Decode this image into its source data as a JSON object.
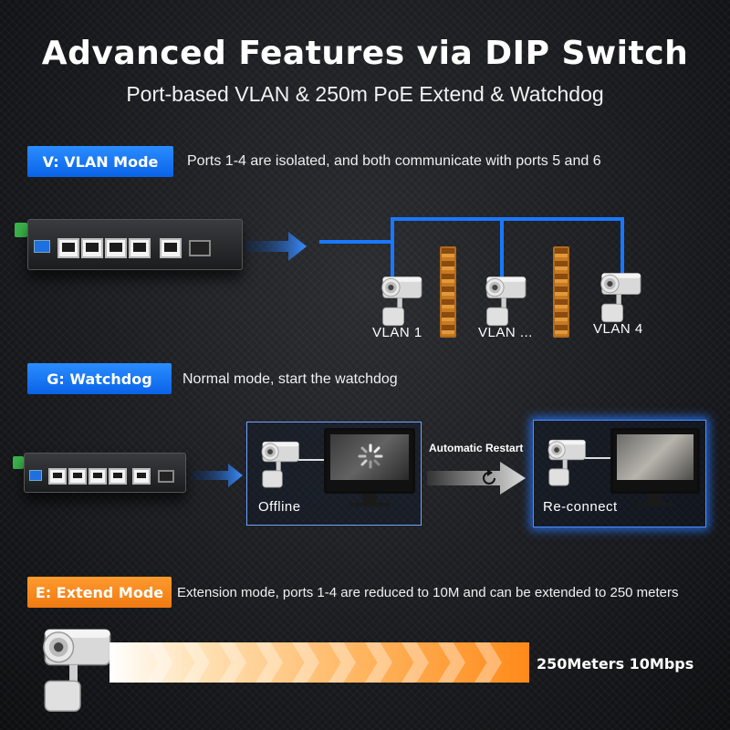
{
  "header": {
    "title": "Advanced Features via DIP Switch",
    "subtitle": "Port-based VLAN & 250m PoE Extend & Watchdog"
  },
  "vlan": {
    "badge": "V: VLAN Mode",
    "description": "Ports 1-4 are isolated, and both communicate with ports 5 and 6",
    "cameras": [
      "VLAN 1",
      "VLAN ...",
      "VLAN 4"
    ],
    "accent": "#1a78ff"
  },
  "watchdog": {
    "badge": "G: Watchdog",
    "description": "Normal mode, start the watchdog",
    "offline_label": "Offline",
    "restart_label": "Automatic Restart",
    "reconnect_label": "Re-connect"
  },
  "extend": {
    "badge": "E: Extend Mode",
    "description": "Extension mode, ports 1-4 are reduced to 10M and can be extended to 250 meters",
    "distance_label": "250Meters 10Mbps",
    "accent": "#f07a12"
  },
  "icons": {
    "camera": "cctv-camera-icon",
    "restart": "restart-icon",
    "loading": "loading-spinner-icon",
    "arrow": "right-arrow-icon"
  }
}
